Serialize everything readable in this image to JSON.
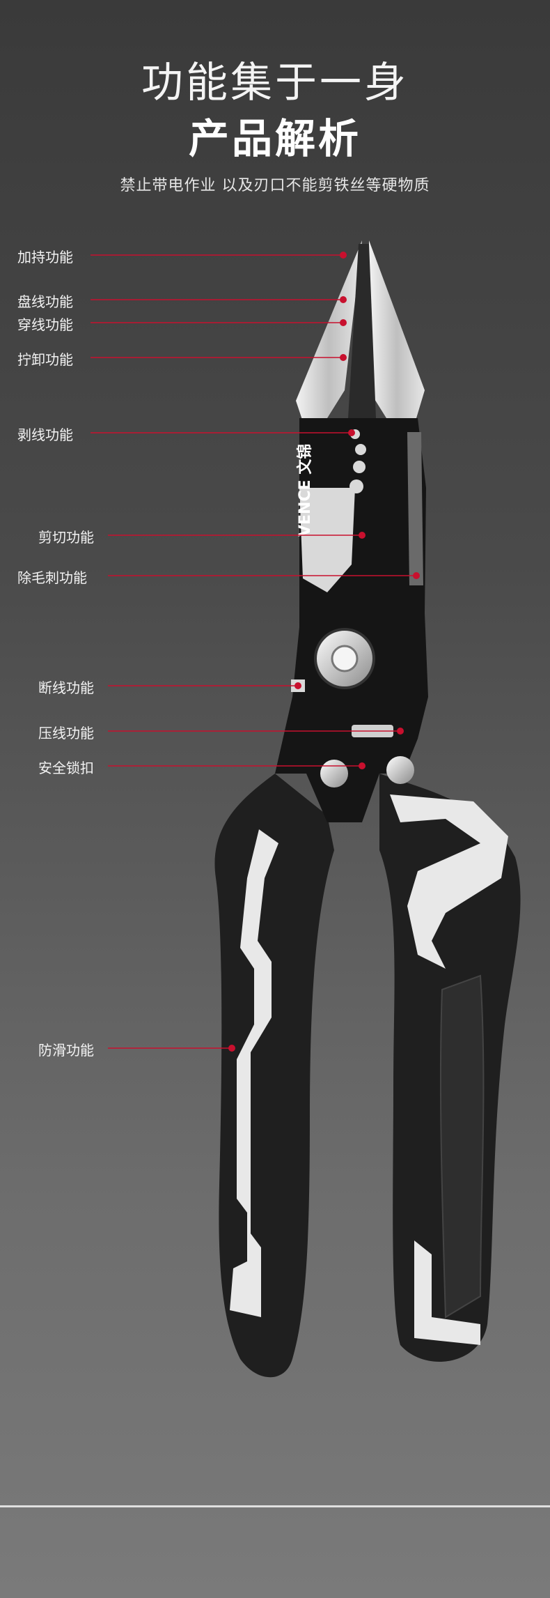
{
  "header": {
    "headline": "功能集于一身",
    "subhead": "产品解析",
    "warning": "禁止带电作业 以及刃口不能剪铁丝等硬物质"
  },
  "brand_mark": "VENCE 文锦",
  "features": [
    {
      "label": "加持功能"
    },
    {
      "label": "盘线功能"
    },
    {
      "label": "穿线功能"
    },
    {
      "label": "拧卸功能"
    },
    {
      "label": "剥线功能"
    },
    {
      "label": "剪切功能"
    },
    {
      "label": "除毛刺功能"
    },
    {
      "label": "断线功能"
    },
    {
      "label": "压线功能"
    },
    {
      "label": "安全锁扣"
    },
    {
      "label": "防滑功能"
    }
  ],
  "colors": {
    "callout_line": "#c8102e",
    "handle_dark": "#1f1f1f",
    "handle_light": "#e8e8e8",
    "steel": "#d9d9d9"
  }
}
